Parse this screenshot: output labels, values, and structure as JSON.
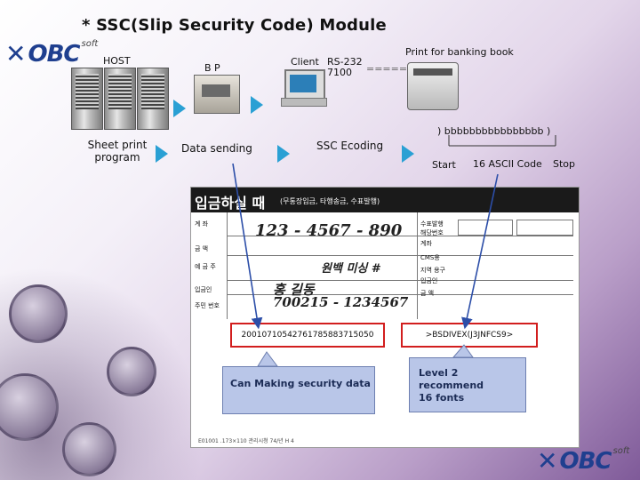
{
  "title": "* SSC(Slip Security Code) Module",
  "logo": {
    "text": "OBC",
    "soft": "soft"
  },
  "labels": {
    "host": "HOST",
    "bp": "B P",
    "client": "Client",
    "rs232_line1": "RS-232",
    "rs232_line2": "7100",
    "print_banking": "Print for banking book",
    "printer_tag": "=====",
    "sheet_print": "Sheet print program",
    "data_sending": "Data sending",
    "ssc_ecoding": "SSC Ecoding",
    "bracket_code": ") bbbbbbbbbbbbbbbb )",
    "start": "Start",
    "ascii_code": "16 ASCII Code",
    "stop": "Stop"
  },
  "slip": {
    "header": "입금하실 때",
    "header_sub": "(무통장입금, 타행송금, 수표발행)",
    "account": "123 - 4567 - 890",
    "bank": "원백 미싱 #",
    "name": "홍 길동",
    "id_number": "700215 - 1234567",
    "code_left": "20010710542761785883715050",
    "code_right": ">BSDIVEX(J3JNFCS9>",
    "footer": "E01001 .173×110 관리시청 74/년 H 4",
    "row_labels": [
      "계 좌",
      "금 액",
      "예 금 주",
      "입금인",
      "주민 번호"
    ],
    "right_labels": [
      "수표발행",
      "해당번호",
      "계좌",
      "CMS용",
      "지역 용구",
      "입금인",
      "금 액"
    ]
  },
  "callouts": {
    "left": "Can Making security data",
    "right_line1": "Level 2",
    "right_line2": "recommend",
    "right_line3": "16 fonts"
  }
}
